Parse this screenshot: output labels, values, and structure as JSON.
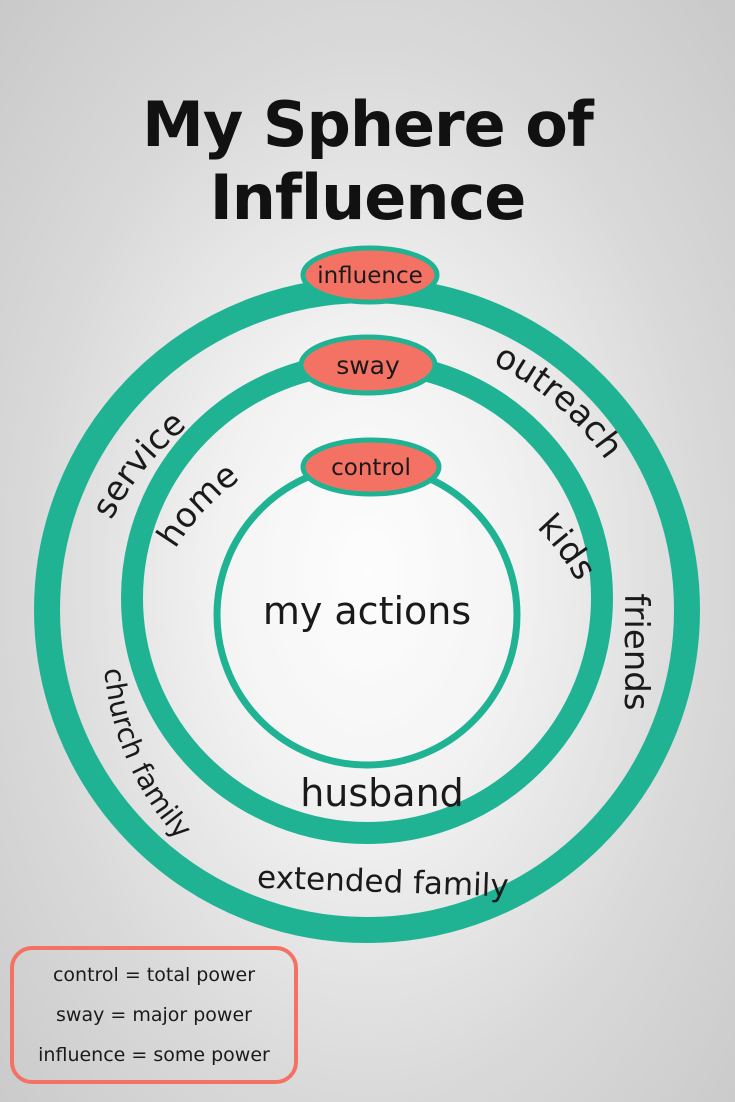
{
  "title": "My Sphere of Influence",
  "colors": {
    "ring": "#1fb394",
    "badge": "#f47264",
    "badge_border": "#1fb394",
    "legend_border": "#f47264",
    "text": "#1a1a1a"
  },
  "badges": {
    "influence": "influence",
    "sway": "sway",
    "control": "control"
  },
  "center_label": "my actions",
  "inner_ring_labels": {
    "home": "home",
    "kids": "kids",
    "husband": "husband"
  },
  "outer_ring_labels": {
    "service": "service",
    "outreach": "outreach",
    "friends": "friends",
    "church_family": "church family",
    "extended_family": "extended family"
  },
  "legend": [
    "control = total power",
    "sway = major power",
    "influence = some power"
  ]
}
